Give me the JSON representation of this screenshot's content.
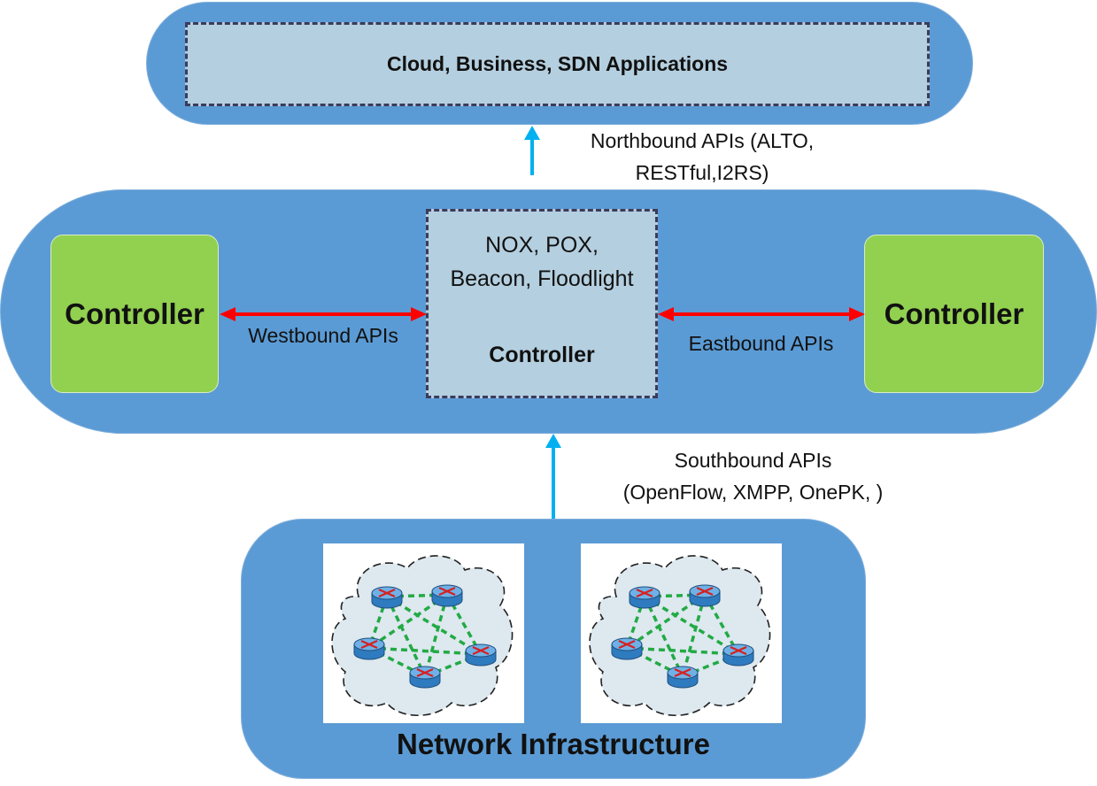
{
  "applications": {
    "label": "Cloud, Business, SDN Applications"
  },
  "northbound": {
    "line1": "Northbound APIs (ALTO,",
    "line2": "RESTful,I2RS)"
  },
  "central_controller": {
    "line1": "NOX, POX,",
    "line2": "Beacon, Floodlight",
    "title": "Controller"
  },
  "left_controller": {
    "label": "Controller"
  },
  "right_controller": {
    "label": "Controller"
  },
  "westbound": {
    "label": "Westbound APIs"
  },
  "eastbound": {
    "label": "Eastbound APIs"
  },
  "southbound": {
    "line1": "Southbound APIs",
    "line2": "(OpenFlow, XMPP, OnePK, )"
  },
  "infrastructure": {
    "label": "Network Infrastructure"
  },
  "colors": {
    "band": "#5b9bd5",
    "dashed_box": "#b4cfdf",
    "controller_green": "#92d050",
    "north_south_arrow": "#00b0f0",
    "east_west_arrow": "#ff0000",
    "link_green": "#22aa44"
  }
}
